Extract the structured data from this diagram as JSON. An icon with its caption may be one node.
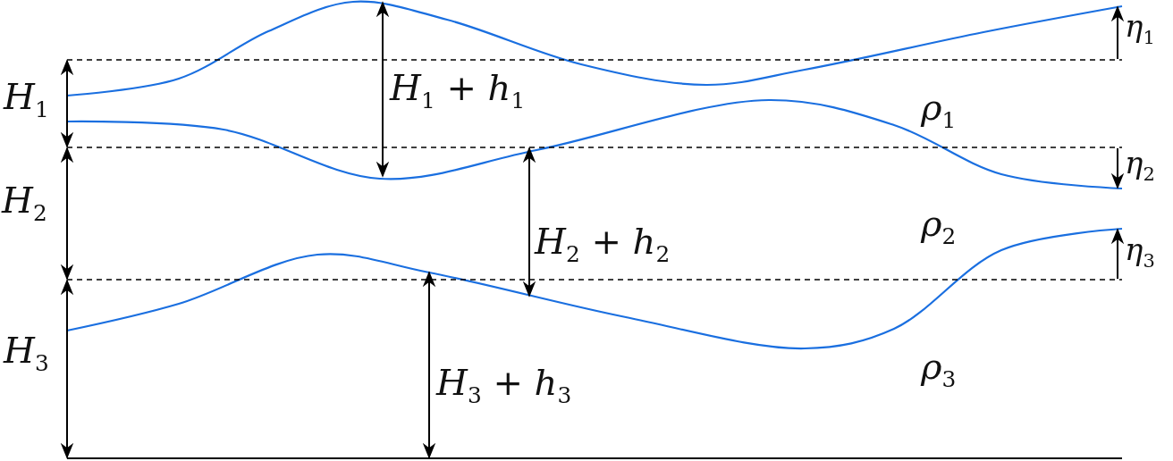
{
  "diagram": {
    "labels": [
      "η$_{1}$",
      "H$_{1}$ + h$_{1}$",
      "H$_{1}$",
      "ρ$_{1}$",
      "η$_{2}$",
      "H$_{2}$",
      "ρ$_{2}$",
      "H$_{2}$ + h$_{2}$",
      "η$_{3}$",
      "H$_{3}$",
      "ρ$_{3}$",
      "H$_{3}$ + h$_{3}$"
    ]
  }
}
